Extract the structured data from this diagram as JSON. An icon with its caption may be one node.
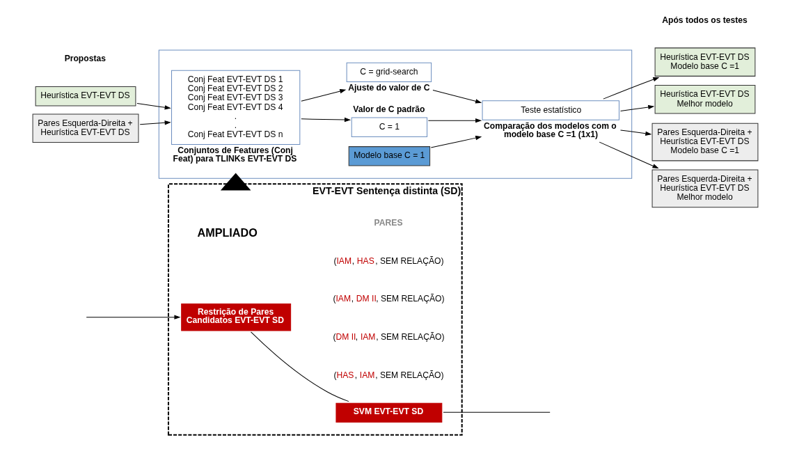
{
  "diagram": {
    "nodes": [
      {
        "text": [
          "EVT-EVT Sentença distinta (SD)"
        ]
      },
      {
        "text": [
          "Restrição de Pares Candidatos EVT-EVT SD"
        ],
        "in": 0
      },
      {
        "text": [
          "SVM EVT-EVT SD"
        ],
        "in": 0
      },
      {
        "text": [],
        "shape": "box"
      },
      {
        "text": [
          "Heurística EVT-EVT DS"
        ]
      },
      {
        "text": [
          "Pares Esquerda-Direita + Heurística EVT-EVT DS"
        ]
      },
      {
        "text": [
          "Conj Feat EVT-EVT DS 1",
          "Conj Feat EVT-EVT DS 2",
          "Conj Feat EVT-EVT DS 3",
          "Conj Feat EVT-EVT DS 4",
          ".",
          ".",
          "Conj Feat EVT-EVT DS n"
        ],
        "beside": [
          "Conjuntos de Features (Conj Feat) para TLINKs EVT-EVT DS"
        ],
        "in": 3
      },
      {
        "text": [
          "C = 1"
        ],
        "beside": [
          "Valor de C padrão"
        ],
        "in": 3
      },
      {
        "text": [
          "C = grid-search"
        ],
        "beside": [
          "Ajuste do valor de C"
        ],
        "in": 3
      },
      {
        "text": [
          "Modelo base C = 1"
        ],
        "in": 3
      },
      {
        "text": [
          "Teste estatístico"
        ],
        "beside": [
          "Comparação dos modelos com o modelo base C =1 (1x1)"
        ],
        "in": 3
      },
      {
        "text": [
          "Heurística EVT-EVT DS Modelo base C =1"
        ]
      },
      {
        "text": [
          "Heurística EVT-EVT DS Melhor modelo"
        ]
      },
      {
        "text": [
          "Pares Esquerda-Direita + Heurística EVT-EVT DS Modelo base C =1"
        ]
      },
      {
        "text": [
          "Pares Esquerda-Direita + Heurística EVT-EVT DS Melhor modelo"
        ]
      }
    ],
    "edges": [
      {
        "from": null,
        "to": 1,
        "arrow": "to"
      },
      {
        "from": 1,
        "to": 2,
        "arrow": "none"
      },
      {
        "from": 2,
        "to": null,
        "arrow": "none"
      },
      {
        "from": 0,
        "to": 3,
        "arrow": "to",
        "label": "AMPLIADO",
        "style": "thick"
      },
      {
        "from": 4,
        "to": 6,
        "arrow": "to"
      },
      {
        "from": 5,
        "to": 6,
        "arrow": "to"
      },
      {
        "from": 6,
        "to": 7,
        "arrow": "to"
      },
      {
        "from": 6,
        "to": 8,
        "arrow": "to"
      },
      {
        "from": 7,
        "to": 10,
        "arrow": "to"
      },
      {
        "from": 8,
        "to": 10,
        "arrow": "to"
      },
      {
        "from": 9,
        "to": 10,
        "arrow": "to"
      },
      {
        "from": 10,
        "to": 11,
        "arrow": "to"
      },
      {
        "from": 10,
        "to": 12,
        "arrow": "to"
      },
      {
        "from": 10,
        "to": 13,
        "arrow": "to"
      },
      {
        "from": 10,
        "to": 14,
        "arrow": "to"
      }
    ],
    "labels": [
      "PARES",
      "(IAM, HAS, SEM RELAÇÃO)",
      "(IAM, DM II, SEM RELAÇÃO)",
      "(DM II, IAM, SEM RELAÇÃO)",
      "(HAS, IAM, SEM RELAÇÃO)",
      "Propostas",
      "Após todos os testes"
    ]
  }
}
